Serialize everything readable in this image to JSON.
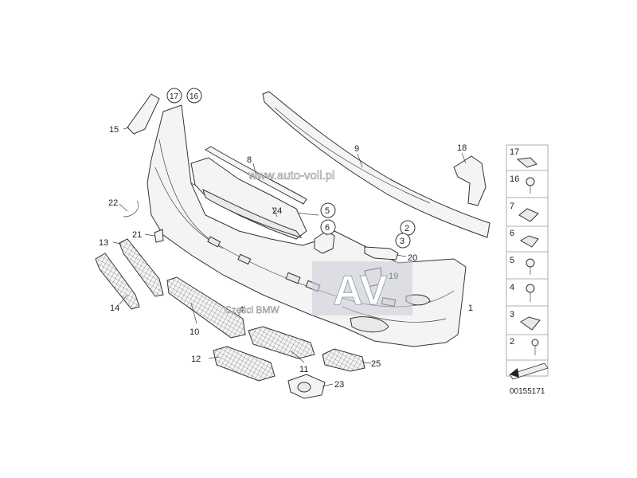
{
  "callouts": {
    "c1": "1",
    "c2": "2",
    "c3": "3",
    "c4": "4",
    "c5": "5",
    "c6": "6",
    "c8": "8",
    "c9": "9",
    "c10": "10",
    "c11": "11",
    "c12": "12",
    "c13": "13",
    "c14": "14",
    "c15": "15",
    "c16": "16",
    "c17": "17",
    "c18": "18",
    "c19": "19",
    "c20": "20",
    "c21": "21",
    "c22": "22",
    "c23": "23",
    "c24": "24",
    "c25": "25"
  },
  "legend": [
    "17",
    "16",
    "7",
    "6",
    "5",
    "4",
    "3",
    "2"
  ],
  "watermark": {
    "url": "www.auto-voll.pl",
    "logo": "AV",
    "caption": "Części BMW"
  },
  "diagram_id": "00155171"
}
